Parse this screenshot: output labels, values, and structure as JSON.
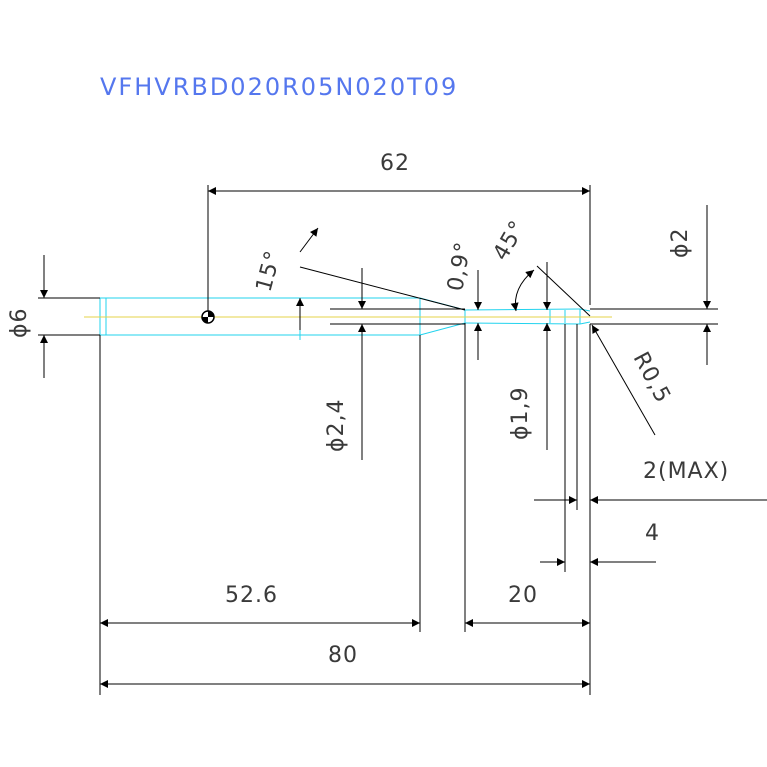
{
  "title": "VFHVRBD020R05N020T09",
  "dimensions": {
    "overall_length": "80",
    "shank_length": "52.6",
    "neck_length": "20",
    "reach_62": "62",
    "length_4": "4",
    "length_max": "2(MAX)",
    "shank_dia": "ϕ6",
    "neck_dia_24": "ϕ2,4",
    "neck_dia_19": "ϕ1,9",
    "tip_dia": "ϕ2",
    "corner_radius": "R0,5",
    "taper_angle_15": "15°",
    "taper_angle_09": "0,9°",
    "angle_45": "45°"
  },
  "colors": {
    "title": "#5577ee",
    "tool_outline": "#22d3ee",
    "centerline": "#e6d34a",
    "dimension": "#000000",
    "text": "#3a3a3a"
  }
}
